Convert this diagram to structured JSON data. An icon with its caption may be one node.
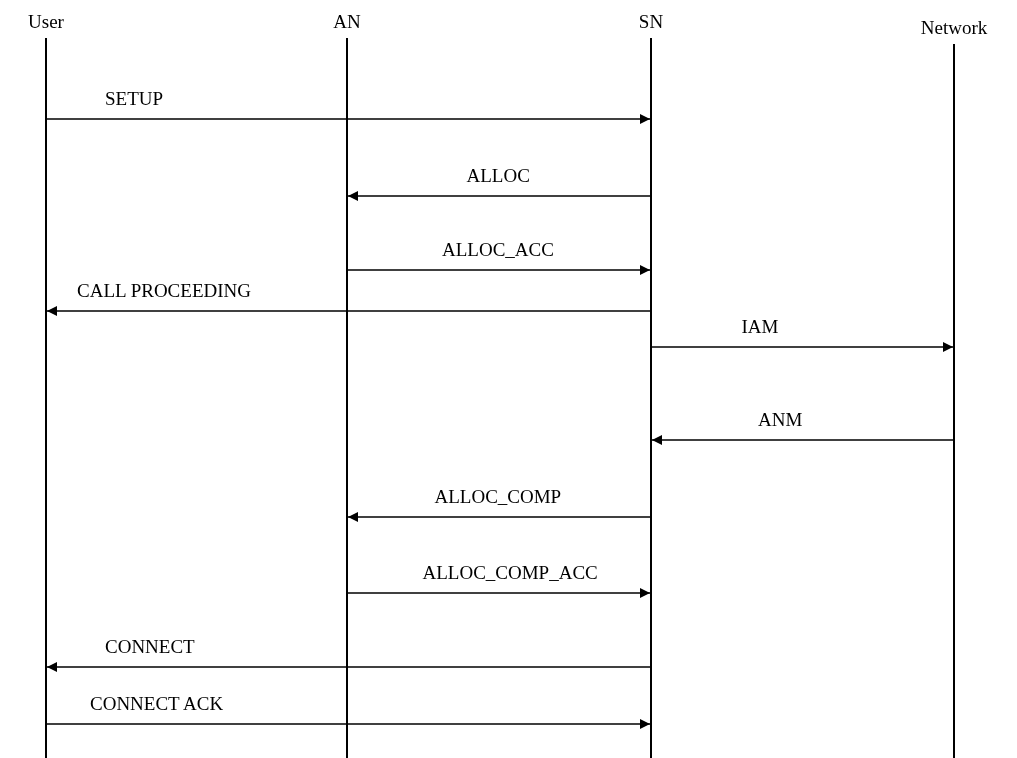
{
  "diagram": {
    "nodes": [
      {
        "text": [
          "User"
        ]
      },
      {
        "text": [
          "AN"
        ]
      },
      {
        "text": [
          "SN"
        ]
      },
      {
        "text": [
          "Network"
        ]
      }
    ],
    "edges": [
      {
        "from": 0,
        "to": 2,
        "arrow": "to",
        "label": "SETUP"
      },
      {
        "from": 2,
        "to": 1,
        "arrow": "to",
        "label": "ALLOC"
      },
      {
        "from": 1,
        "to": 2,
        "arrow": "to",
        "label": "ALLOC_ACC"
      },
      {
        "from": 2,
        "to": 0,
        "arrow": "to",
        "label": "CALL PROCEEDING"
      },
      {
        "from": 2,
        "to": 3,
        "arrow": "to",
        "label": "IAM"
      },
      {
        "from": 3,
        "to": 2,
        "arrow": "to",
        "label": "ANM"
      },
      {
        "from": 2,
        "to": 1,
        "arrow": "to",
        "label": "ALLOC_COMP"
      },
      {
        "from": 1,
        "to": 2,
        "arrow": "to",
        "label": "ALLOC_COMP_ACC"
      },
      {
        "from": 2,
        "to": 0,
        "arrow": "to",
        "label": "CONNECT"
      },
      {
        "from": 0,
        "to": 2,
        "arrow": "to",
        "label": "CONNECT ACK"
      }
    ]
  }
}
